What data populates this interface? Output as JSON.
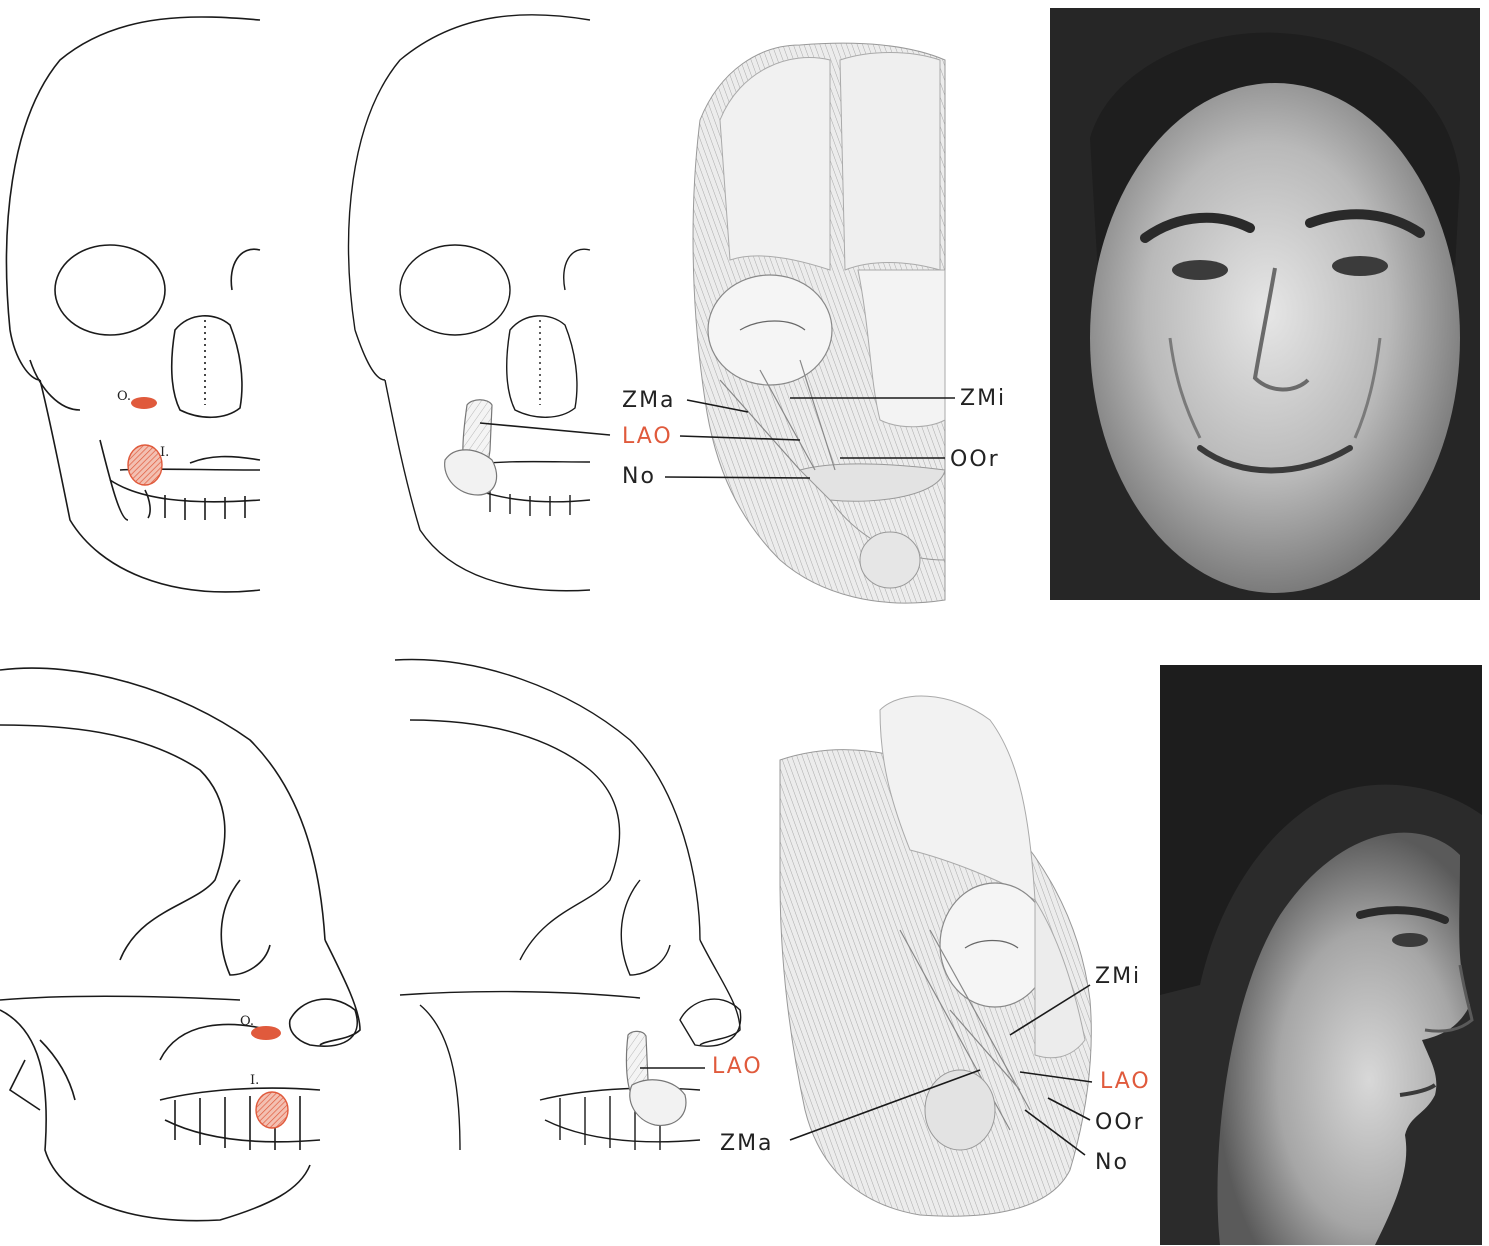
{
  "colors": {
    "muscle_accent": "#e05a3c",
    "line": "#1a1a1a",
    "label": "#222222",
    "photo_dark": "#2a2a2a",
    "photo_skin": "#bdbdbd"
  },
  "front_row": {
    "origin_marker": "O.",
    "insertion_marker": "I.",
    "labels": {
      "zma": "ZMa",
      "zmi": "ZMi",
      "lao": "LAO",
      "oor": "OOr",
      "no": "No"
    }
  },
  "profile_row": {
    "origin_marker": "O.",
    "insertion_marker": "I.",
    "labels": {
      "lao_skull": "LAO",
      "zmi": "ZMi",
      "lao": "LAO",
      "oor": "OOr",
      "zma": "ZMa",
      "no": "No"
    }
  }
}
